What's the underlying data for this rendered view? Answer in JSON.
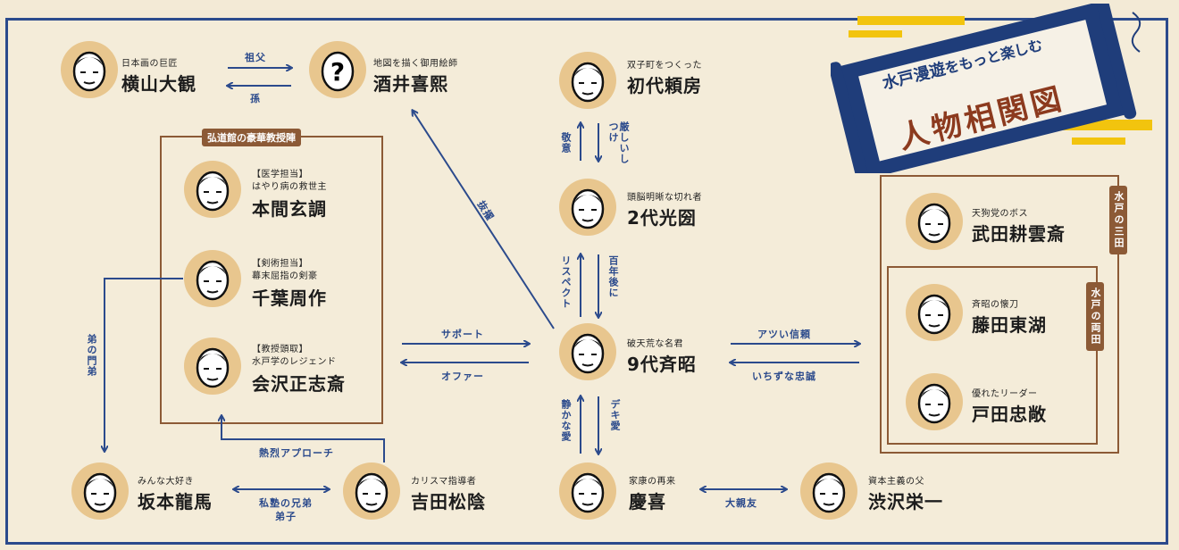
{
  "colors": {
    "accent": "#2b4a8c",
    "brown": "#8c5a36",
    "face": "#e8c68e",
    "paper": "#f4ecd9",
    "gold": "#f2c40e"
  },
  "title": {
    "line1_a": "水戸漫遊",
    "line1_b": "をもっと楽しむ",
    "line2": "人物相関図"
  },
  "people": {
    "yokoyama": {
      "sub": "日本画の巨匠",
      "name": "横山大観"
    },
    "sakai": {
      "sub": "地図を描く御用絵師",
      "name": "酒井喜熙"
    },
    "yorifusa": {
      "sub": "双子町をつくった",
      "name": "初代頼房"
    },
    "mitsukuni": {
      "sub": "頭脳明晰な切れ者",
      "name": "2代光圀"
    },
    "nariaki": {
      "sub": "破天荒な名君",
      "name": "9代斉昭"
    },
    "yoshinobu": {
      "sub": "家康の再来",
      "name": "慶喜"
    },
    "shibusawa": {
      "sub": "資本主義の父",
      "name": "渋沢栄一"
    },
    "honma": {
      "sub1": "【医学担当】",
      "sub2": "はやり病の救世主",
      "name": "本間玄調"
    },
    "chiba": {
      "sub1": "【剣術担当】",
      "sub2": "幕末屈指の剣豪",
      "name": "千葉周作"
    },
    "aizawa": {
      "sub1": "【教授頭取】",
      "sub2": "水戸学のレジェンド",
      "name": "会沢正志斎"
    },
    "sakamoto": {
      "sub": "みんな大好き",
      "name": "坂本龍馬"
    },
    "yoshida": {
      "sub": "カリスマ指導者",
      "name": "吉田松陰"
    },
    "takeda": {
      "sub": "天狗党のボス",
      "name": "武田耕雲斎"
    },
    "fujita": {
      "sub": "斉昭の懐刀",
      "name": "藤田東湖"
    },
    "toda": {
      "sub": "優れたリーダー",
      "name": "戸田忠敞"
    }
  },
  "relations": {
    "sofu": "祖父",
    "mago": "孫",
    "keii": "敬意",
    "kibishii": "厳しいしつけ",
    "respect": "リスペクト",
    "hyakunen": "百年後に",
    "batteki": "抜擢",
    "support": "サポート",
    "offer": "オファー",
    "atsui": "アツい信頼",
    "ichizu": "いちずな忠誠",
    "shizuka": "静かな愛",
    "deki": "デキ愛",
    "daishinyu": "大親友",
    "otouto": "弟の門弟",
    "approach": "熱烈アプローチ",
    "shijuku": "私塾の兄弟弟子"
  },
  "groups": {
    "kodokan": "弘道館の豪華教授陣",
    "santa": "水戸の三田",
    "ryota": "水戸の両田"
  }
}
